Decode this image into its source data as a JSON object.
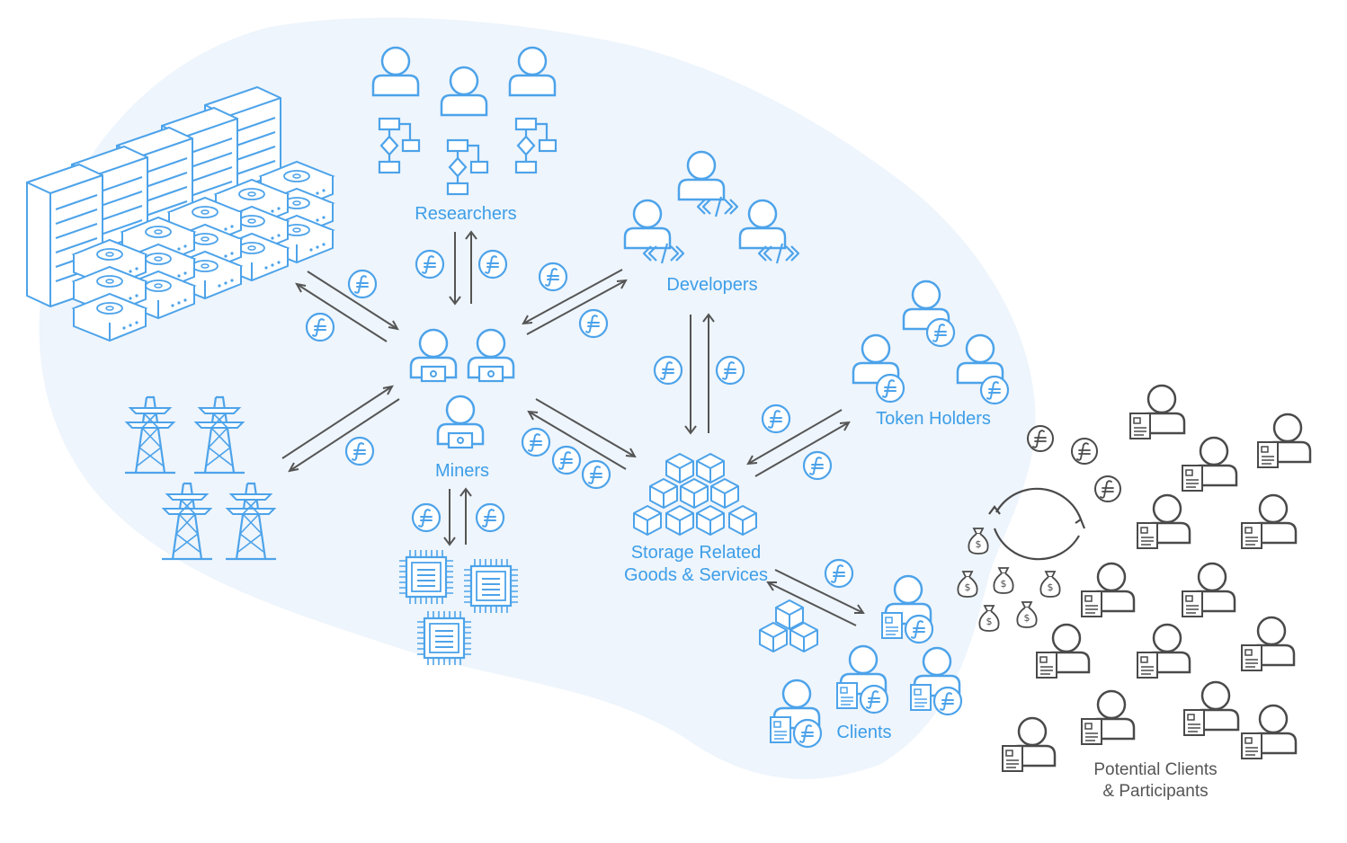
{
  "colors": {
    "accent": "#3d9ee8",
    "outline": "#4da3ea",
    "blob": "#eef5fc",
    "arrow": "#555555",
    "outsider": "#4a4a4a"
  },
  "icons": {
    "token": "filecoin-token-icon",
    "person": "person-icon",
    "money": "money-bag-icon"
  },
  "labels": {
    "researchers": "Researchers",
    "developers": "Developers",
    "miners": "Miners",
    "token_holders": "Token Holders",
    "storage_line1": "Storage Related",
    "storage_line2": "Goods & Services",
    "clients": "Clients",
    "potential_line1": "Potential Clients",
    "potential_line2": "& Participants"
  }
}
